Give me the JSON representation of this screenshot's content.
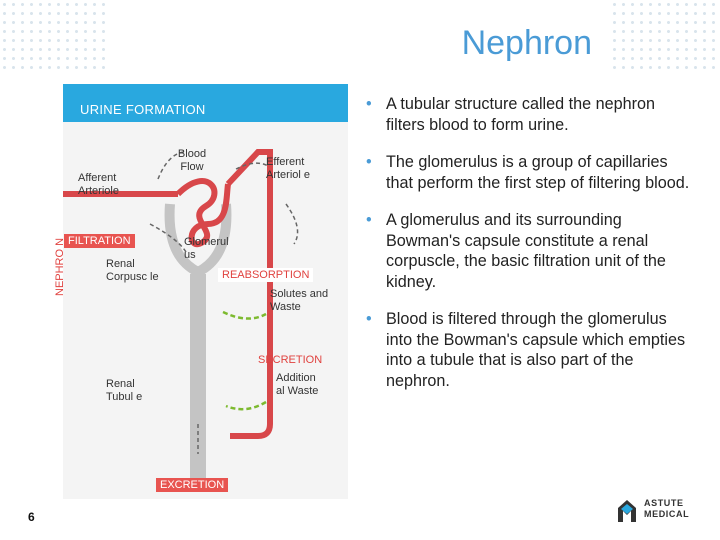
{
  "title": "Nephron",
  "diagram": {
    "banner": "URINE FORMATION",
    "labels": {
      "afferent": "Afferent Arteriole",
      "blood_flow": "Blood Flow",
      "efferent": "Efferent Arteriol e",
      "filtration": "FILTRATION",
      "glomerulus": "Glomerul us",
      "renal_corpuscle": "Renal Corpusc le",
      "reabsorption": "REABSORPTION",
      "solutes": "Solutes and Waste",
      "nephron": "NEPHRO N",
      "secretion": "SECRETION",
      "additional": "Addition al Waste",
      "renal_tubule": "Renal Tubul e",
      "excretion": "EXCRETION"
    }
  },
  "bullets": [
    "A tubular structure called the nephron filters blood to form urine.",
    "The glomerulus is a group of capillaries that perform the first step of filtering blood.",
    "A glomerulus and its surrounding Bowman's capsule constitute a renal corpuscle, the basic filtration unit of the kidney.",
    "Blood is filtered through the glomerulus into the Bowman's capsule which empties into a tubule that is also part of the nephron."
  ],
  "page_number": "6",
  "logo_text": "ASTUTE MEDICAL",
  "colors": {
    "title": "#4a9bd6",
    "banner": "#29a8df",
    "vessel": "#d8474a",
    "tubule": "#b9b9b9",
    "arrow_green": "#7dba2f"
  }
}
